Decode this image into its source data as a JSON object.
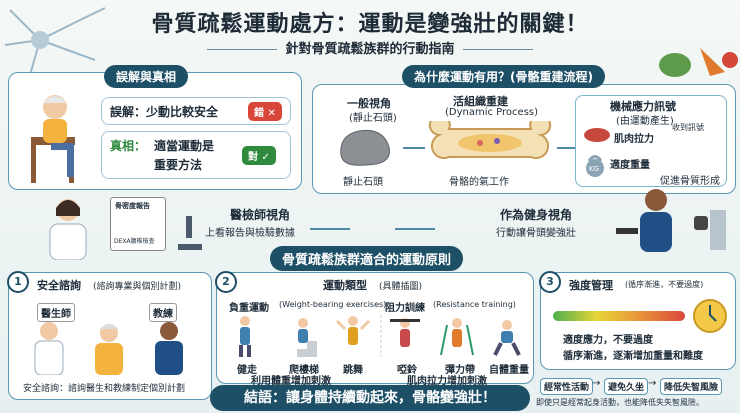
{
  "header": {
    "title": "骨質疏鬆運動處方：運動是變強壯的關鍵！",
    "subtitle": "針對骨質疏鬆族群的行動指南"
  },
  "myth": {
    "title": "誤解與真相",
    "myth_text": "誤解：少動比較安全",
    "wrong": "錯",
    "truth_label": "真相：",
    "truth_line1": "適當運動是",
    "truth_line2": "重要方法",
    "right": "對"
  },
  "why": {
    "title": "為什麼運動有用？(骨骼重建流程)",
    "general_view": "一般視角",
    "general_sub": "(靜止石頭)",
    "stone": "靜止石頭",
    "remodel": "活組織重建",
    "remodel_sub": "(Dynamic Process)",
    "osteo": "骨骼的氣工作",
    "mech": "機械應力訊號",
    "mech_sub": "(由運動產生)",
    "muscle": "肌肉拉力",
    "receive": "收到訊號",
    "weight": "適度重量",
    "kg": "KG",
    "promote": "促進骨質形成"
  },
  "doctor": {
    "title": "醫檢師視角",
    "desc": "上看報告與檢驗數據",
    "report": "骨密度報告",
    "dexa": "DEXA腰椎檢查"
  },
  "fitness": {
    "title": "作為健身視角",
    "desc": "行動讓骨頭變強壯"
  },
  "principles": {
    "title": "骨質疏鬆族群適合的運動原則"
  },
  "s1": {
    "num": "1",
    "title": "安全諮詢",
    "title_sub": "(諮詢專業與個別計劃)",
    "doctor_tag": "醫生師",
    "coach_tag": "教練",
    "note": "安全諮詢：諮詢醫生和教練制定個別計劃"
  },
  "s2": {
    "num": "2",
    "title": "運動類型",
    "title_sub": "(具體插圖)",
    "wb": "負重運動",
    "wb_en": "(Weight-bearing exercises)",
    "rt": "阻力訓練",
    "rt_en": "(Resistance training)",
    "wb_items": [
      "健走",
      "爬樓梯",
      "跳舞"
    ],
    "rt_items": [
      "啞鈴",
      "彈力帶",
      "自體重量"
    ],
    "wb_note": "利用體重增加刺激",
    "rt_note": "肌肉拉力增加刺激"
  },
  "s3": {
    "num": "3",
    "title": "強度管理",
    "title_sub": "(循序漸進，不要過度)",
    "l1": "適度應力，不要過度",
    "l2": "循序漸進，逐漸增加重量和難度"
  },
  "flow": {
    "a": "經常性活動",
    "b": "避免久坐",
    "c": "降低失智風險",
    "note": "即使只是經常起身活動，也能降低失失智風險。"
  },
  "footer": {
    "conclusion": "結語：讓身體持續動起來，骨骼變強壯！"
  }
}
